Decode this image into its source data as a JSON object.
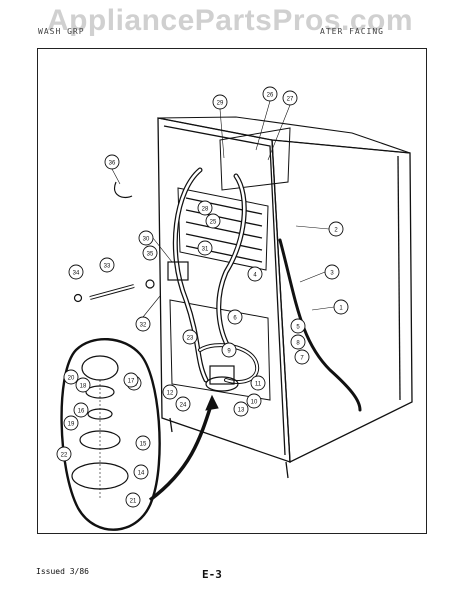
{
  "watermark": "AppliancePartsPros.com",
  "header": {
    "left": "WASH GRP",
    "right": "ATER FACING"
  },
  "footer": {
    "issued": "Issued 3/86",
    "page": "E-3"
  },
  "callouts": [
    "1",
    "2",
    "3",
    "4",
    "5",
    "6",
    "7",
    "8",
    "9",
    "10",
    "11",
    "12",
    "13",
    "14",
    "15",
    "16",
    "17",
    "18",
    "19",
    "20",
    "21",
    "22",
    "23",
    "24",
    "25",
    "26",
    "27",
    "28",
    "29",
    "30",
    "31",
    "32",
    "33",
    "34",
    "35",
    "36"
  ]
}
